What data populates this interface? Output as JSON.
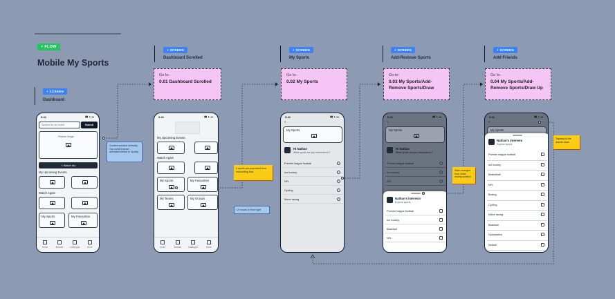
{
  "header": {
    "flow_tag": "+ FLOW",
    "title": "Mobile My Sports"
  },
  "screens": [
    {
      "tag": "+ SCREEN",
      "title": "Dashboard"
    },
    {
      "tag": "+ SCREEN",
      "title": "Dashboard Scrolled",
      "goto_label": "Go to:",
      "goto_target": "0.01 Dashboard Scrolled"
    },
    {
      "tag": "+ SCREEN",
      "title": "My Sports",
      "goto_label": "Go to:",
      "goto_target": "0.02 My Sports"
    },
    {
      "tag": "+ SCREEN",
      "title": "Add-Remove Sports",
      "goto_label": "Go to:",
      "goto_target": "0.03 My Sports/Add-Remove Sports/Draw"
    },
    {
      "tag": "+ SCREEN",
      "title": "Add Friends",
      "goto_label": "Go to:",
      "goto_target": "0.04 My Sports/Add-Remove Sports/Draw Up"
    }
  ],
  "status": {
    "time": "9:41",
    "signal": "▮▮ ▲ ▬"
  },
  "dashboard": {
    "search_placeholder": "Search for an event",
    "search_button": "Search",
    "feature_label": "Feature Image",
    "watchlist_button": "+ Watch list",
    "upcoming": "My Upcoming Events",
    "watch_again": "Watch Again",
    "my_sports": "My Sports",
    "my_favourites": "My Favourites"
  },
  "scrolled": {
    "upcoming": "My Upcoming Events",
    "watch_again": "Watch Again",
    "my_sports": "My Sports",
    "my_favourites": "My Favourites",
    "my_teams": "My Teams",
    "my_groups": "My Groups"
  },
  "tabs": [
    "Home",
    "Browse",
    "Catalogue",
    "More"
  ],
  "my_sports_screen": {
    "back": "<",
    "title": "My Sports",
    "greeting": "Hi Nathan",
    "question": "What sports are you interested in?",
    "sports": [
      "Premier league football",
      "Ice hockey",
      "NFL",
      "Cycling",
      "Motor racing"
    ]
  },
  "sheet": {
    "name": "Nathan's interests",
    "sub": "Explore sports",
    "short_list": [
      "Premier league football",
      "Ice hockey",
      "Baseball",
      "NFL"
    ],
    "long_list": [
      "Premier league football",
      "Ice hockey",
      "Basketball",
      "NFL",
      "Boxing",
      "Cycling",
      "Motor racing",
      "Baseball",
      "Gymnastics",
      "Netball"
    ]
  },
  "notes": {
    "scroll": "Content scrolled vertically. Top content smart animated similar to Spotify.",
    "prepopulated": "3 sports pre-populated from onboarding flow",
    "moves_right": "UI moves in from right",
    "state_changed": "State changed from initial resting position",
    "tapping": "Tapping to the drawer draw"
  }
}
